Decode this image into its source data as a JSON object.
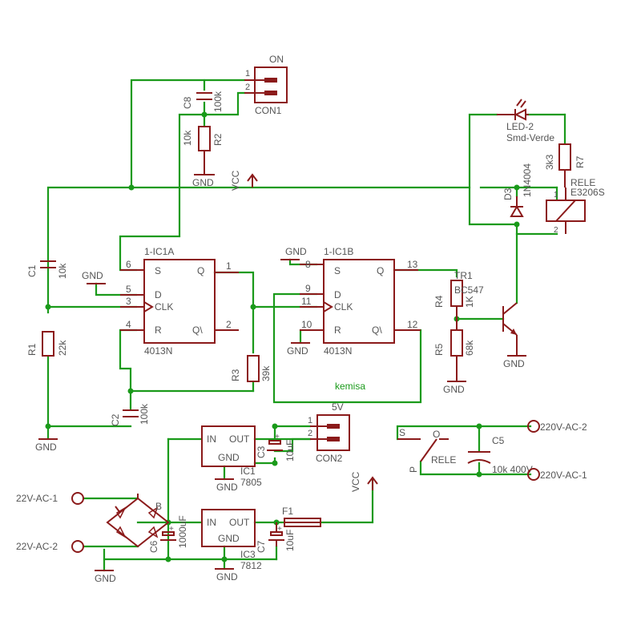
{
  "connectors": {
    "con1": {
      "name": "CON1",
      "value": "ON",
      "pin1": "1",
      "pin2": "2"
    },
    "con2": {
      "name": "CON2",
      "value": "5V",
      "pin1": "1",
      "pin2": "2"
    }
  },
  "caps": {
    "c8": {
      "name": "C8",
      "value": "100k"
    },
    "c1": {
      "name": "C1",
      "value": "10k"
    },
    "c2": {
      "name": "C2",
      "value": "100k"
    },
    "c3": {
      "name": "C3",
      "value": "10uF"
    },
    "c5": {
      "name": "C5",
      "value": "10k 400V"
    },
    "c6": {
      "name": "C6",
      "value": "1000uF"
    },
    "c7": {
      "name": "C7",
      "value": "10uF"
    }
  },
  "resistors": {
    "r1": {
      "name": "R1",
      "value": "22k"
    },
    "r2": {
      "name": "R2",
      "value": "10k"
    },
    "r3": {
      "name": "R3",
      "value": "39k"
    },
    "r4": {
      "name": "R4",
      "value": "1K"
    },
    "r5": {
      "name": "R5",
      "value": "68k"
    },
    "r7": {
      "name": "R7",
      "value": "3k3"
    }
  },
  "ic1a": {
    "name": "1-IC1A",
    "part": "4013N",
    "pins": {
      "s": "S",
      "d": "D",
      "clk": "CLK",
      "r": "R",
      "q": "Q",
      "qn": "Q\\"
    },
    "pin_numbers": {
      "s": "6",
      "d": "5",
      "clk": "3",
      "r": "4",
      "q": "1",
      "qn": "2"
    }
  },
  "ic1b": {
    "name": "1-IC1B",
    "part": "4013N",
    "pins": {
      "s": "S",
      "d": "D",
      "clk": "CLK",
      "r": "R",
      "q": "Q",
      "qn": "Q\\"
    },
    "pin_numbers": {
      "s": "8",
      "d": "9",
      "clk": "11",
      "r": "10",
      "q": "13",
      "qn": "12"
    }
  },
  "regulators": {
    "ic1": {
      "name": "IC1",
      "part": "7805",
      "in": "IN",
      "out": "OUT",
      "gnd": "GND"
    },
    "ic3": {
      "name": "IC3",
      "part": "7812",
      "in": "IN",
      "out": "OUT",
      "gnd": "GND"
    }
  },
  "transistor": {
    "name": "TR1",
    "part": "BC547"
  },
  "led": {
    "name": "LED-2",
    "part": "Smd-Verde"
  },
  "diode": {
    "name": "D3",
    "part": "1N4004"
  },
  "relay": {
    "name": "RELE",
    "part": "E3206S",
    "pin1": "1",
    "pin2": "2"
  },
  "switch": {
    "name": "RELE",
    "s": "S",
    "o": "O",
    "p": "P"
  },
  "fuse": {
    "name": "F1"
  },
  "bridge": {
    "name": "B"
  },
  "power": {
    "vcc": "VCC",
    "gnd": "GND",
    "ac_in_1": "22V-AC-1",
    "ac_in_2": "22V-AC-2",
    "ac_out_1": "220V-AC-1",
    "ac_out_2": "220V-AC-2"
  },
  "note": "kemisa"
}
